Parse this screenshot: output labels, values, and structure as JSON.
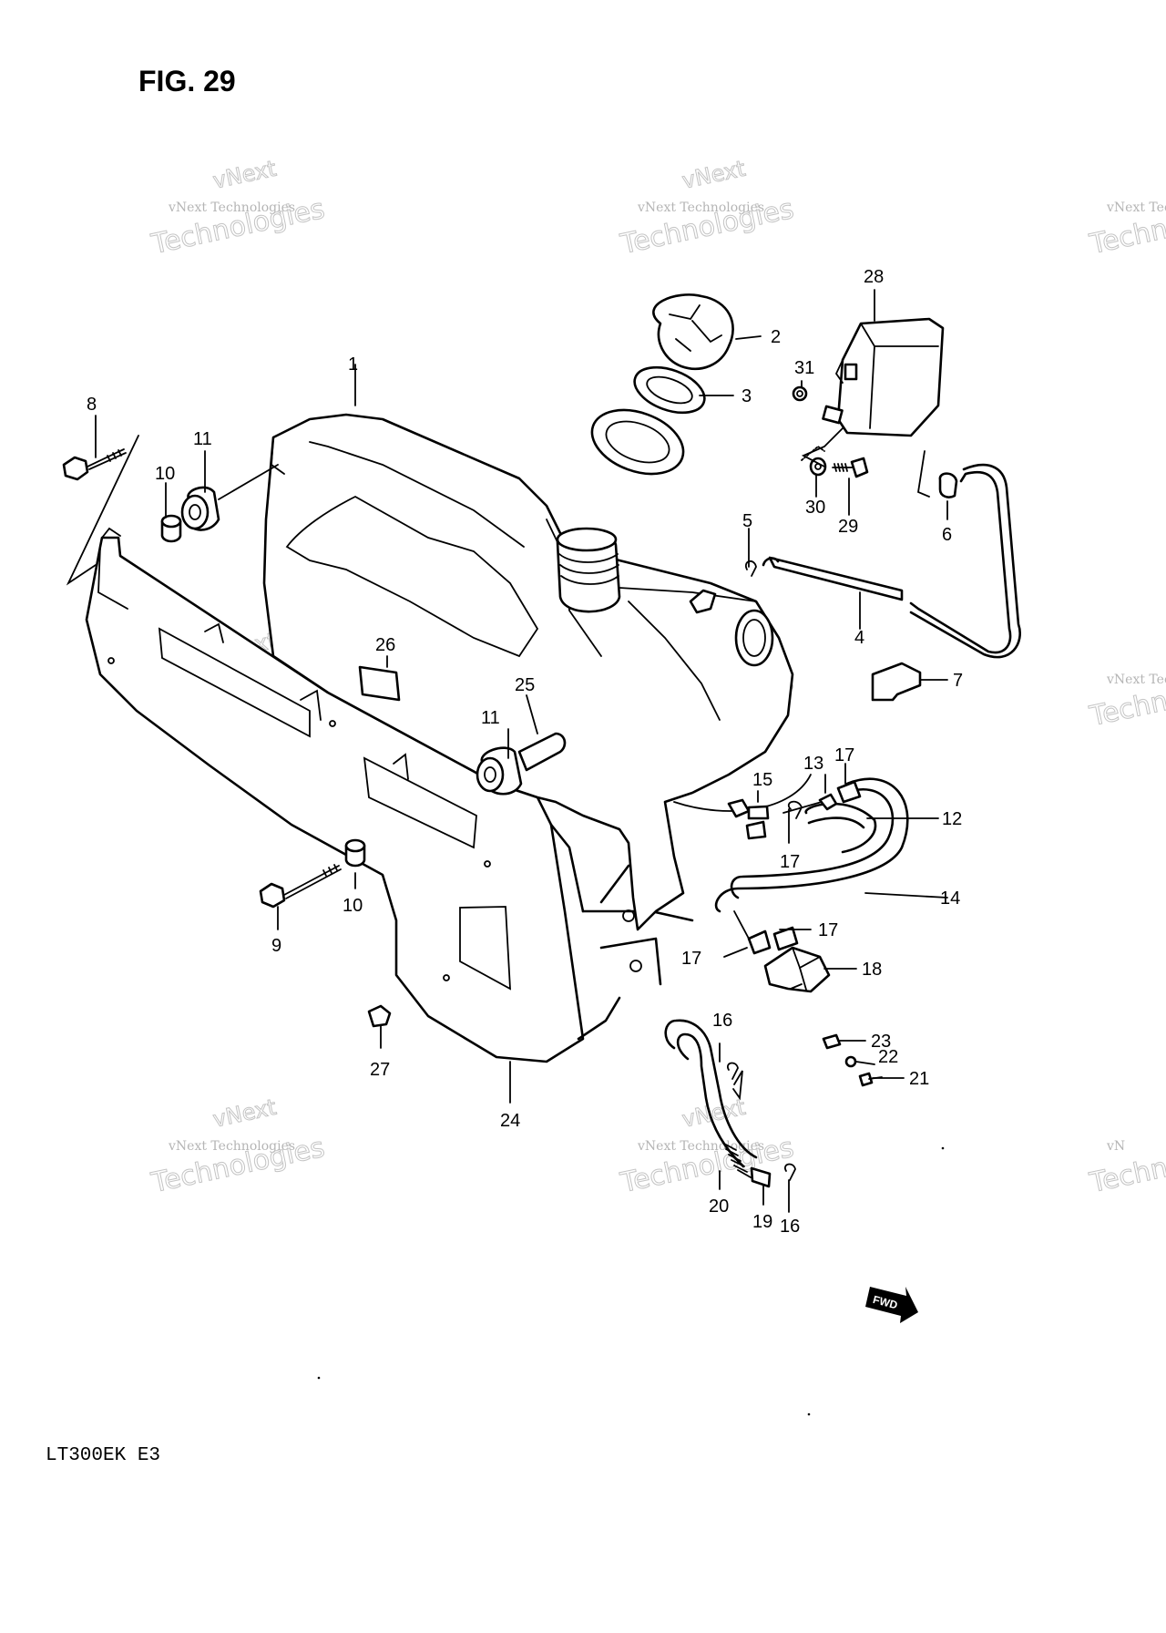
{
  "title": "FIG. 29",
  "model": "LT300EK  E3",
  "fwd_label": "FWD",
  "watermark": {
    "line1": "vNext Technologies",
    "line2": "vNext",
    "line3": "Technologies",
    "cut1": "vNext Techn",
    "cut2": "Techn",
    "cut3": "vN"
  },
  "callouts": [
    "1",
    "2",
    "3",
    "4",
    "5",
    "6",
    "7",
    "8",
    "9",
    "10",
    "10",
    "11",
    "11",
    "12",
    "13",
    "14",
    "15",
    "16",
    "16",
    "17",
    "17",
    "17",
    "17",
    "18",
    "19",
    "20",
    "21",
    "22",
    "23",
    "24",
    "25",
    "26",
    "27",
    "28",
    "29",
    "30",
    "31"
  ]
}
